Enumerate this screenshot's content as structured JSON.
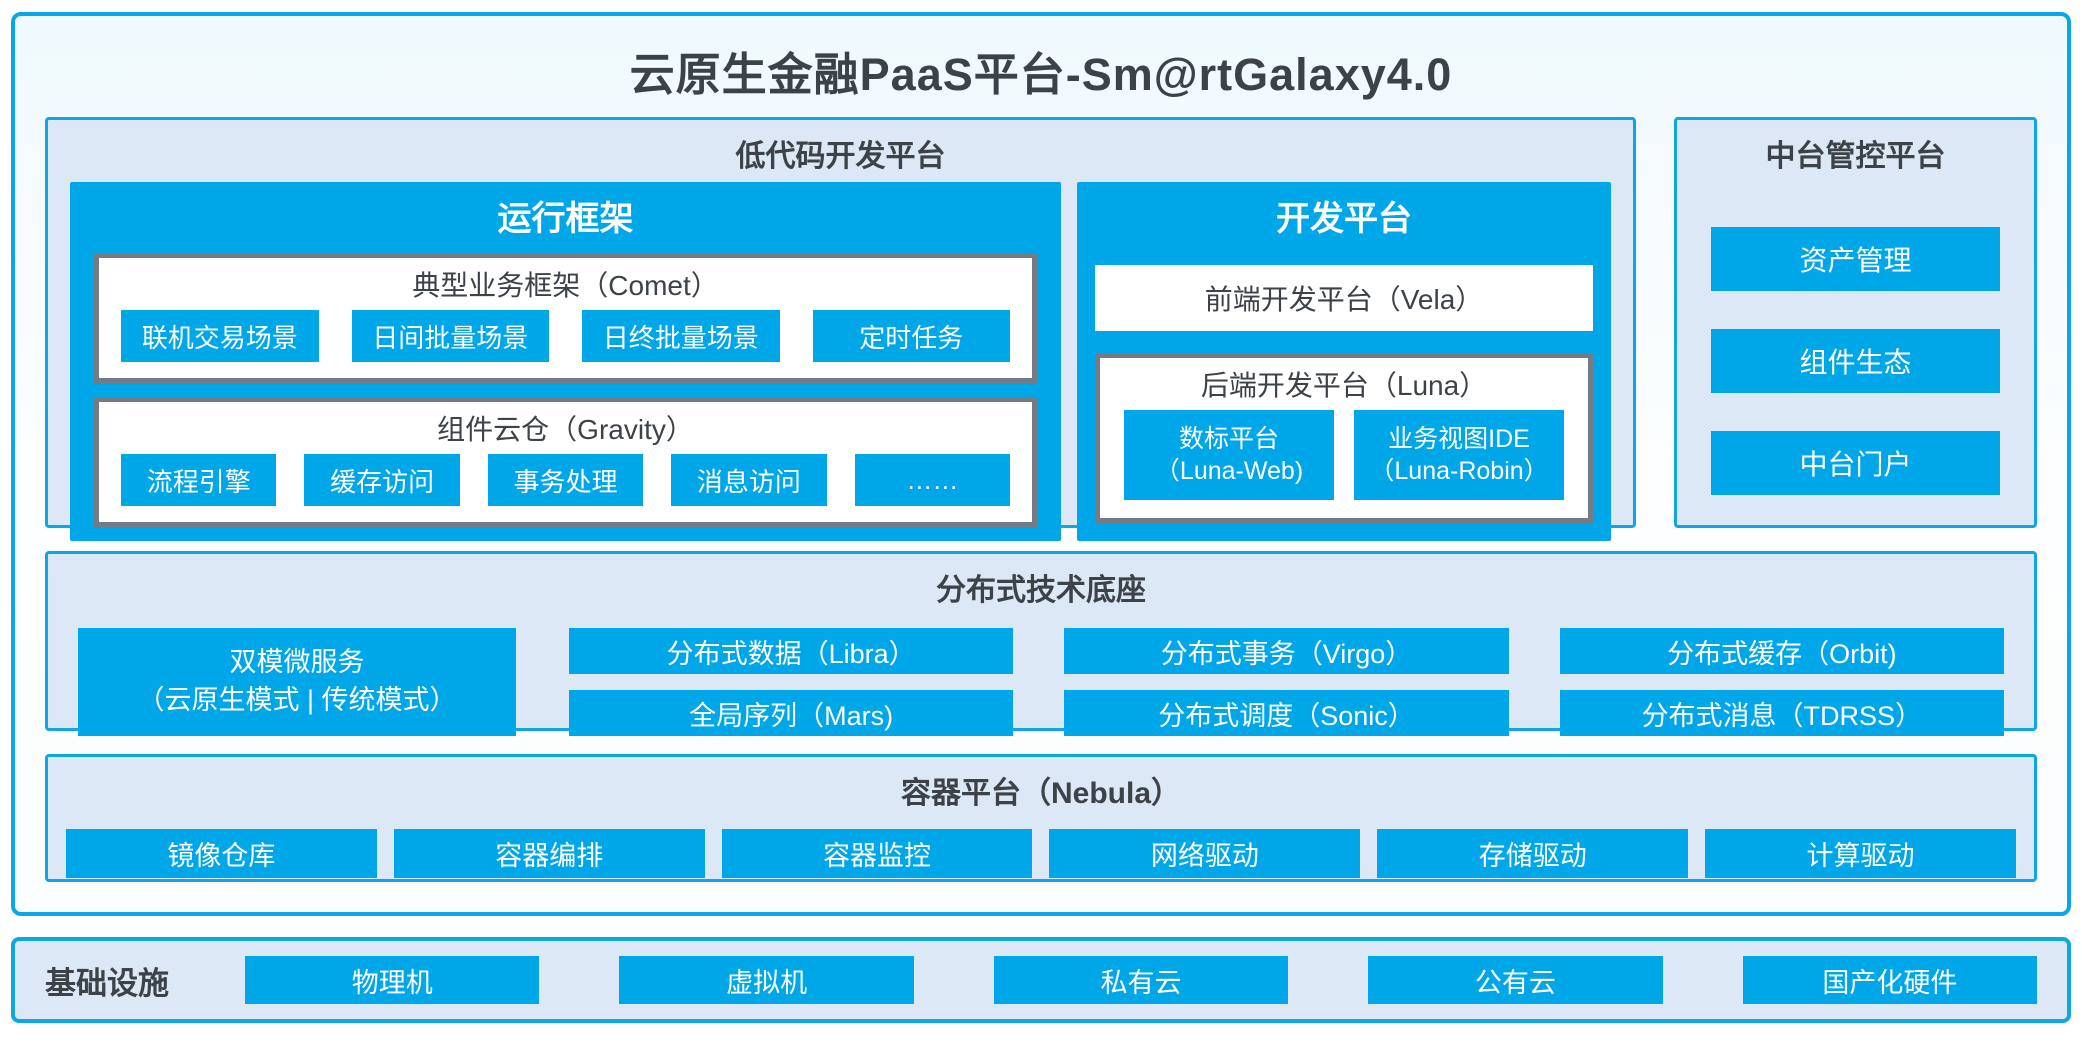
{
  "title": "云原生金融PaaS平台-Sm@rtGalaxy4.0",
  "colors": {
    "primary_blue": "#00a7e8",
    "panel_background": "#dce8f5",
    "panel_border_blue": "#0fa7e3",
    "frame_border_gray": "#747b84",
    "dark_text": "#3c4247"
  },
  "low_code": {
    "title": "低代码开发平台",
    "runtime": {
      "title": "运行框架",
      "comet": {
        "title": "典型业务框架（Comet）",
        "items": [
          "联机交易场景",
          "日间批量场景",
          "日终批量场景",
          "定时任务"
        ]
      },
      "gravity": {
        "title": "组件云仓（Gravity）",
        "items": [
          "流程引擎",
          "缓存访问",
          "事务处理",
          "消息访问",
          "……"
        ]
      }
    },
    "dev": {
      "title": "开发平台",
      "vela": "前端开发平台（Vela）",
      "luna": {
        "title": "后端开发平台（Luna）",
        "items": [
          {
            "line1": "数标平台",
            "line2": "（Luna-Web)"
          },
          {
            "line1": "业务视图IDE",
            "line2": "（Luna-Robin）"
          }
        ]
      }
    }
  },
  "midplatform": {
    "title": "中台管控平台",
    "items": [
      "资产管理",
      "组件生态",
      "中台门户"
    ]
  },
  "distributed": {
    "title": "分布式技术底座",
    "dual_mode": {
      "line1": "双模微服务",
      "line2": "（云原生模式 | 传统模式）"
    },
    "grid": [
      [
        "分布式数据（Libra）",
        "分布式事务（Virgo）",
        "分布式缓存（Orbit)"
      ],
      [
        "全局序列（Mars)",
        "分布式调度（Sonic）",
        "分布式消息（TDRSS）"
      ]
    ]
  },
  "container": {
    "title": "容器平台（Nebula）",
    "items": [
      "镜像仓库",
      "容器编排",
      "容器监控",
      "网络驱动",
      "存储驱动",
      "计算驱动"
    ]
  },
  "infrastructure": {
    "title": "基础设施",
    "items": [
      "物理机",
      "虚拟机",
      "私有云",
      "公有云",
      "国产化硬件"
    ]
  }
}
